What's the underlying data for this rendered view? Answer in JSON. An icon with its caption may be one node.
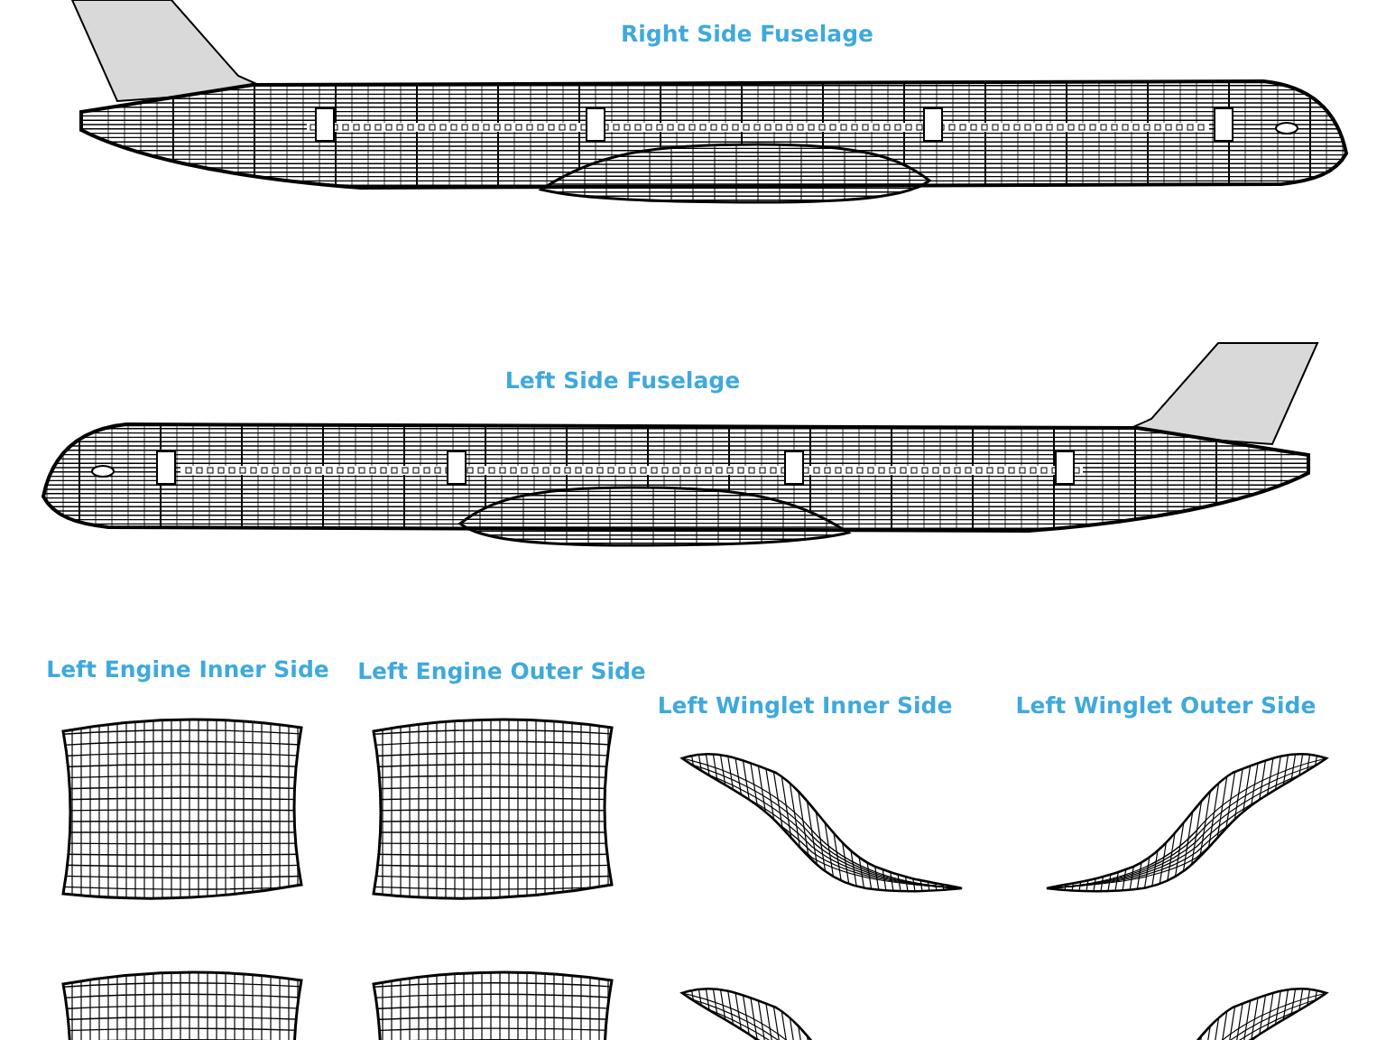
{
  "diagram": {
    "labels": [
      "Right Side Fuselage",
      "Left Side Fuselage",
      "Left Engine Inner Side",
      "Left Engine Outer Side",
      "Left Winglet Inner Side",
      "Left Winglet Outer Side"
    ]
  }
}
